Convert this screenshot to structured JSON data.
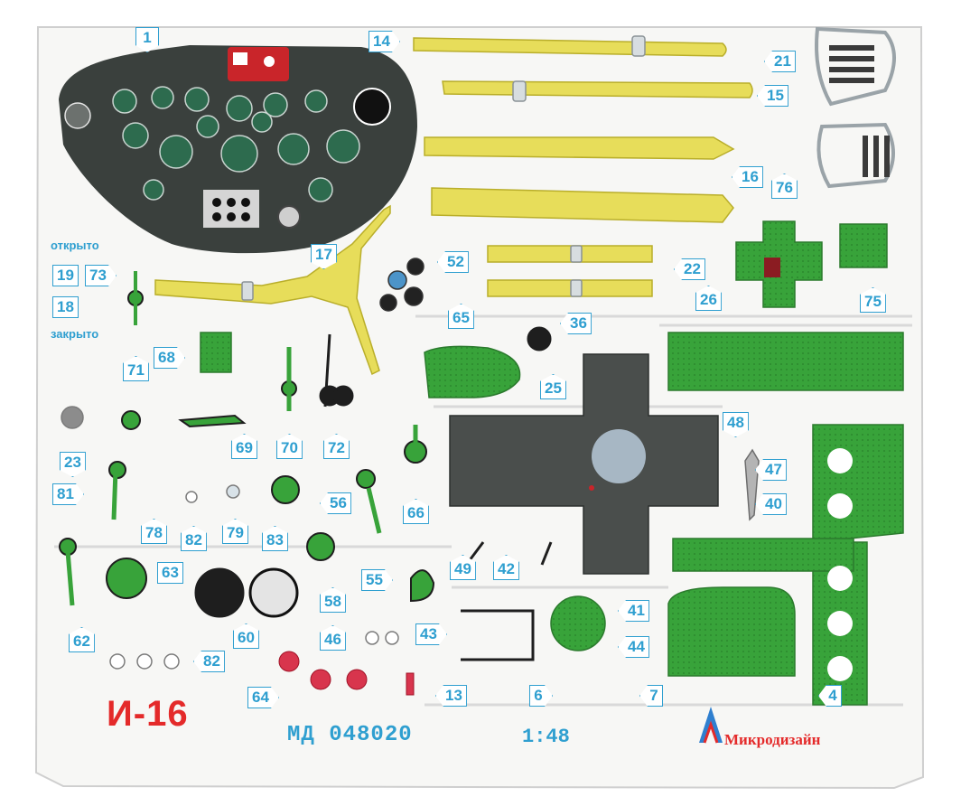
{
  "title": "И-16",
  "code": "МД 048020",
  "scale": "1:48",
  "brand": "Микродизайн",
  "words": {
    "open": "открыто",
    "closed": "закрыто"
  },
  "labels": {
    "n1": "1",
    "n14": "14",
    "n21": "21",
    "n15": "15",
    "n16": "16",
    "n76": "76",
    "n17": "17",
    "n52": "52",
    "n22": "22",
    "n26": "26",
    "n75": "75",
    "n19": "19",
    "n73": "73",
    "n18": "18",
    "n65": "65",
    "n36": "36",
    "n71": "71",
    "n68": "68",
    "n25": "25",
    "n23": "23",
    "n69": "69",
    "n70": "70",
    "n72": "72",
    "n48": "48",
    "n47": "47",
    "n40": "40",
    "n81": "81",
    "n78": "78",
    "n82a": "82",
    "n79": "79",
    "n83": "83",
    "n56": "56",
    "n66": "66",
    "n63": "63",
    "n55": "55",
    "n49": "49",
    "n42": "42",
    "n58": "58",
    "n41": "41",
    "n62": "62",
    "n60": "60",
    "n46": "46",
    "n43": "43",
    "n44": "44",
    "n82b": "82",
    "n64": "64",
    "n13": "13",
    "n6": "6",
    "n7": "7",
    "n4": "4"
  },
  "colors": {
    "fret": "#f7f7f5",
    "panel": "#3a403d",
    "strap": "#e7dd5a",
    "green": "#38a33a",
    "grey": "#4a4e4c",
    "label": "#2f9fd0",
    "red": "#e42a2a"
  }
}
